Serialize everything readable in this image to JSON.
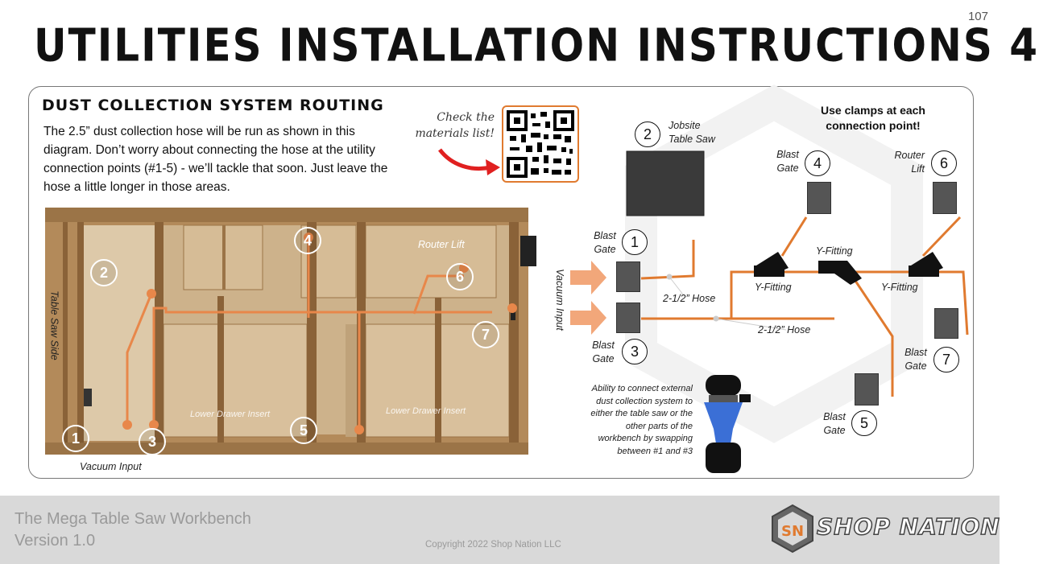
{
  "page_number": "107",
  "title": "UTILITIES INSTALLATION INSTRUCTIONS 4",
  "section": {
    "title": "DUST COLLECTION SYSTEM ROUTING",
    "intro": "The 2.5” dust collection hose will be run as shown in this diagram.  Don’t worry about connecting the hose at the utility connection points (#1-5) - we’ll tackle that soon.  Just leave the hose a little longer in those areas.",
    "materials_note": "Check the materials list!",
    "qr_icon": "qr-code"
  },
  "workbench": {
    "table_saw_side": "Table Saw Side",
    "router_lift": "Router Lift",
    "lower_drawer_left": "Lower Drawer Insert",
    "lower_drawer_right": "Lower Drawer Insert",
    "vacuum_input": "Vacuum Input",
    "points": [
      "1",
      "2",
      "3",
      "4",
      "5",
      "6",
      "7"
    ]
  },
  "schematic": {
    "clamp_note": "Use clamps at each connection point!",
    "vacuum_input": "Vacuum Input",
    "hose_label_1": "2-1/2” Hose",
    "hose_label_2": "2-1/2” Hose",
    "y_fitting_1": "Y-Fitting",
    "y_fitting_2": "Y-Fitting",
    "y_fitting_3": "Y-Fitting",
    "nodes": {
      "n1": {
        "number": "1",
        "label": "Blast Gate"
      },
      "n2": {
        "number": "2",
        "label": "Jobsite Table Saw"
      },
      "n3": {
        "number": "3",
        "label": "Blast Gate"
      },
      "n4": {
        "number": "4",
        "label": "Blast Gate"
      },
      "n5": {
        "number": "5",
        "label": "Blast Gate"
      },
      "n6": {
        "number": "6",
        "label": "Router Lift"
      },
      "n7": {
        "number": "7",
        "label": "Blast Gate"
      }
    },
    "external_note": "Ability to connect external dust collection system to either the table saw or the other parts of the workbench by swapping between #1 and #3"
  },
  "footer": {
    "line1": "The Mega Table Saw Workbench",
    "line2": "Version 1.0",
    "copyright": "Copyright 2022 Shop Nation LLC",
    "logo_text": "SHOP NATION",
    "logo_mark": "SN"
  },
  "colors": {
    "accent_orange": "#e8874a",
    "hose_orange": "#e07a2f",
    "wood": "#c9a77c",
    "gate_gray": "#555555",
    "footer_gray": "#d9d9d9"
  }
}
